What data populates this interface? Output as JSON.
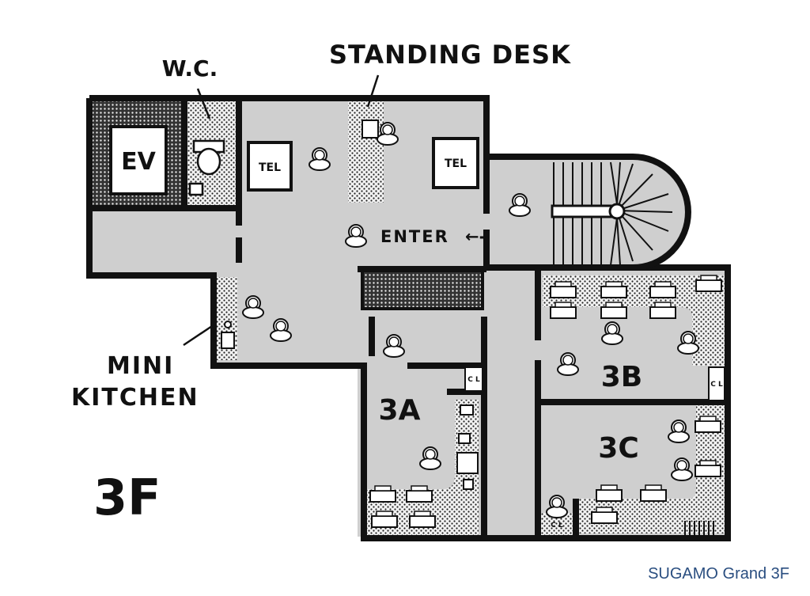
{
  "labels": {
    "wc": "W.C.",
    "standing_desk": "STANDING DESK",
    "ev": "EV",
    "tel": "TEL",
    "enter": "ENTER",
    "enter_arrow": "←-",
    "mini_kitchen_1": "MINI",
    "mini_kitchen_2": "KITCHEN",
    "room_3a": "3A",
    "room_3b": "3B",
    "room_3c": "3C",
    "closet": "C L",
    "floor": "3F"
  },
  "caption": "SUGAMO Grand 3F",
  "colors": {
    "floor": "#cfcfcf",
    "wall": "#111111",
    "caption": "#2a4e80"
  }
}
